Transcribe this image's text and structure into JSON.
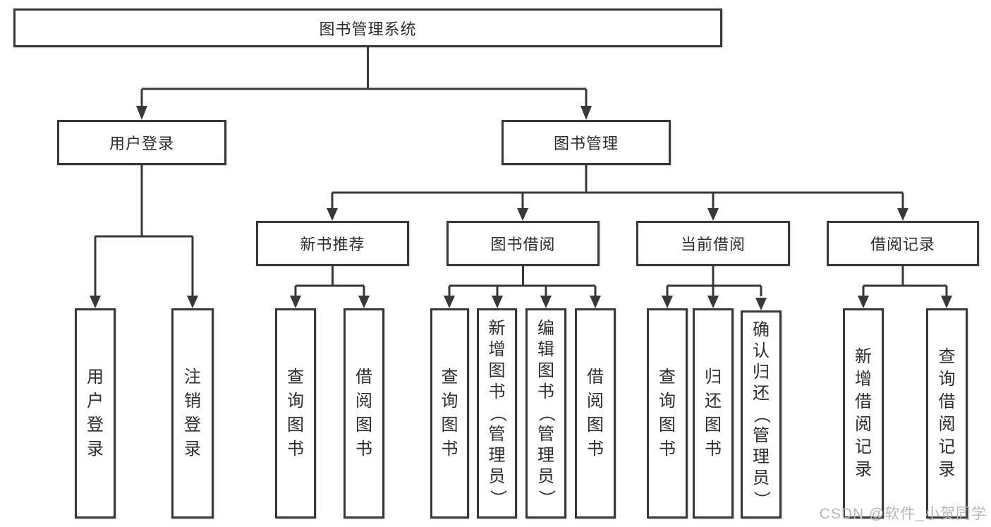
{
  "colors": {
    "line": "#383838",
    "text": "#2d2d2d",
    "watermark": "#b8b8b8"
  },
  "tree": {
    "root": "图书管理系统",
    "branches": [
      {
        "label": "用户登录",
        "children": [
          "用户登录",
          "注销登录"
        ]
      },
      {
        "label": "图书管理",
        "sections": [
          {
            "label": "新书推荐",
            "children": [
              "查询图书",
              "借阅图书"
            ]
          },
          {
            "label": "图书借阅",
            "children": [
              "查询图书",
              "新增图书（管理员）",
              "编辑图书（管理员）",
              "借阅图书"
            ]
          },
          {
            "label": "当前借阅",
            "children": [
              "查询图书",
              "归还图书",
              "确认归还（管理员）"
            ]
          },
          {
            "label": "借阅记录",
            "children": [
              "新增借阅记录",
              "查询借阅记录"
            ]
          }
        ]
      }
    ]
  },
  "watermark": "CSDN @软件_小贺同学"
}
